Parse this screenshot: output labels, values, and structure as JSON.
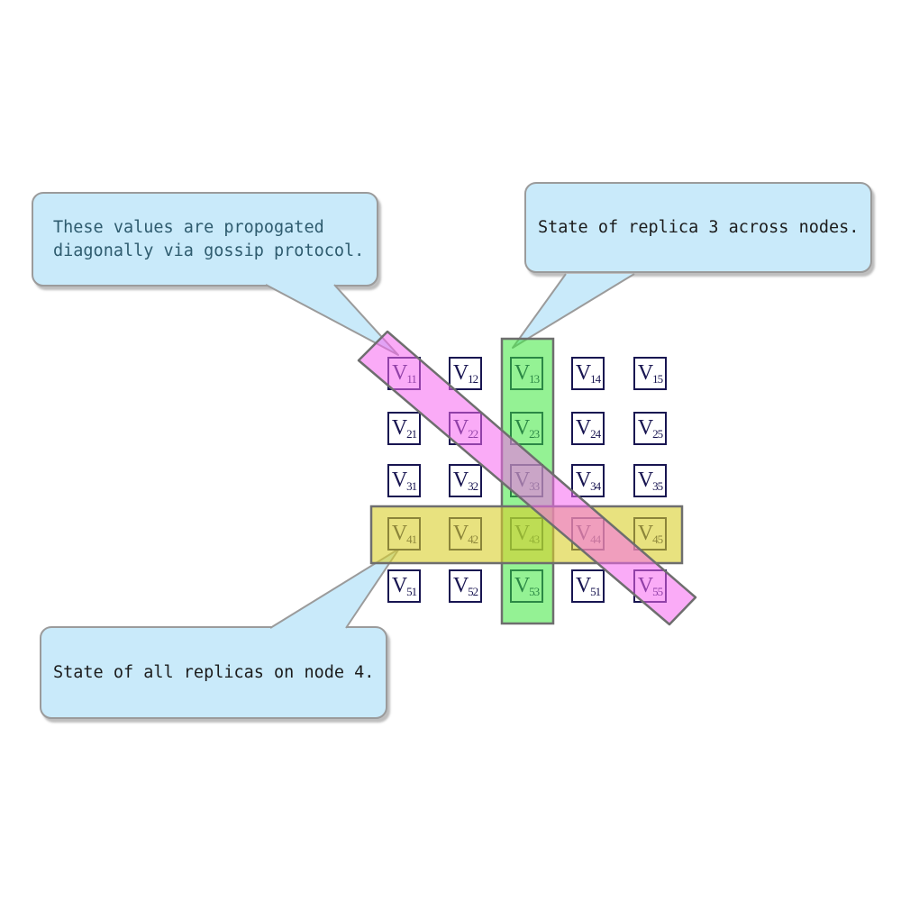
{
  "figure": {
    "background": "#ffffff",
    "callout_style": {
      "fill": "#c9eafa",
      "border": "#9b9b9b"
    },
    "callouts": [
      {
        "id": "gossip",
        "lines": [
          "These values are propogated",
          "diagonally via gossip protocol."
        ],
        "text_color": "#2e5b6e"
      },
      {
        "id": "replica3",
        "lines": [
          "State of replica 3 across nodes."
        ],
        "text_color": "#1c1c1c"
      },
      {
        "id": "node4",
        "lines": [
          "State of all replicas on node 4."
        ],
        "text_color": "#1c1c1c"
      }
    ],
    "grid": {
      "symbol": "V",
      "rows": [
        [
          "11",
          "12",
          "13",
          "14",
          "15"
        ],
        [
          "21",
          "22",
          "23",
          "24",
          "25"
        ],
        [
          "31",
          "32",
          "33",
          "34",
          "35"
        ],
        [
          "41",
          "42",
          "43",
          "44",
          "45"
        ],
        [
          "51",
          "52",
          "53",
          "51",
          "55"
        ]
      ],
      "cell_border": "#181551",
      "cell_text": "#181551",
      "cell_fill": "#ffffff"
    },
    "highlights": {
      "column": {
        "fill": "#3ce83c",
        "opacity": "0.55",
        "stroke": "#6e6e6e"
      },
      "row": {
        "fill": "#d8cf2a",
        "opacity": "0.60",
        "stroke": "#6e6e6e"
      },
      "diagonal": {
        "fill": "#f566f0",
        "opacity": "0.55",
        "stroke": "#6e6e6e"
      }
    }
  }
}
